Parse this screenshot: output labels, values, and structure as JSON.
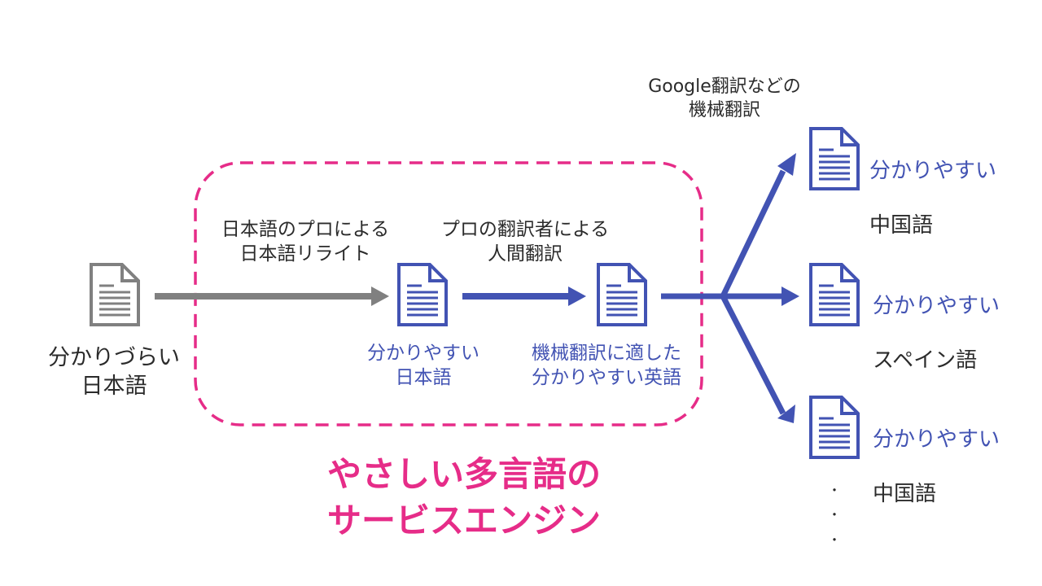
{
  "source": {
    "label": "分かりづらい\n日本語"
  },
  "step1": {
    "caption": "日本語のプロによる\n日本語リライト",
    "result": "分かりやすい\n日本語"
  },
  "step2": {
    "caption": "プロの翻訳者による\n人間翻訳",
    "result": "機械翻訳に適した\n分かりやすい英語"
  },
  "machine": {
    "caption": "Google翻訳などの\n機械翻訳"
  },
  "outputs": [
    {
      "line1": "分かりやすい",
      "line2": "中国語"
    },
    {
      "line1": "分かりやすい",
      "line2": "スペイン語"
    },
    {
      "line1": "分かりやすい",
      "line2": "中国語"
    }
  ],
  "ellipsis": "・\n・\n・",
  "service": {
    "title": "やさしい多言語の\nサービスエンジン"
  },
  "colors": {
    "gray": "#808080",
    "blue": "#4253b3",
    "pink": "#e62c88",
    "text": "#2b2b2b"
  },
  "icons": [
    "document-icon",
    "arrow-icon",
    "dashed-box"
  ]
}
